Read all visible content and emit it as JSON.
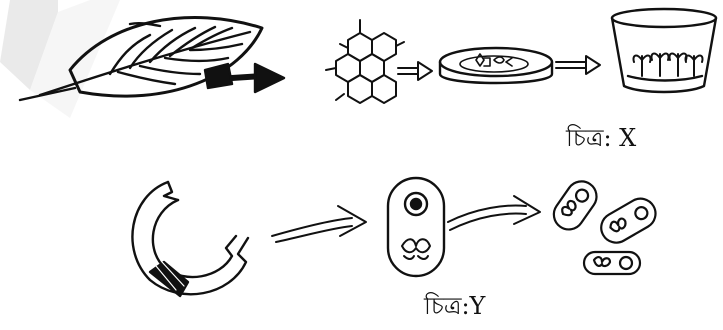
{
  "figure_x": {
    "caption": "চিত্র: X",
    "items": [
      "leaf-with-cut-piece",
      "callus-cells",
      "petri-dish-culture",
      "plantlets-in-pot"
    ]
  },
  "figure_y": {
    "caption": "চিত্র:Y",
    "items": [
      "plasmid-ring-cut",
      "bacterium-with-plasmid-and-gene",
      "recombinant-bacteria"
    ]
  },
  "colors": {
    "ink": "#111111",
    "background": "#ffffff",
    "watermark": "#e8e8e8"
  }
}
